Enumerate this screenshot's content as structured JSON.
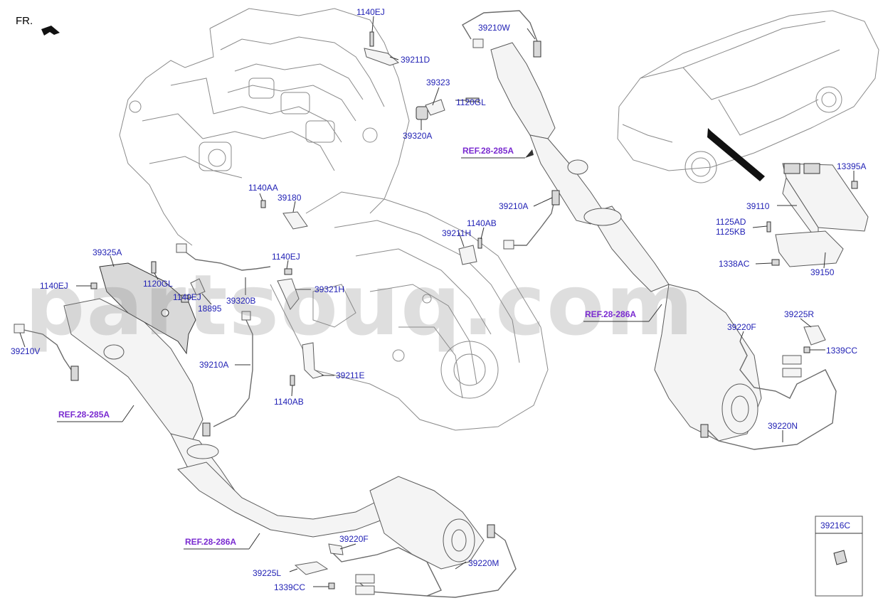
{
  "header": {
    "fr_label": "FR.",
    "watermark": "partsouq.com"
  },
  "labels": {
    "l_1140EJ_top": "1140EJ",
    "l_39210W": "39210W",
    "l_39211D": "39211D",
    "l_39323": "39323",
    "l_1120GL_top": "1120GL",
    "l_39320A": "39320A",
    "l_13395A": "13395A",
    "l_1140AA": "1140AA",
    "l_39180": "39180",
    "l_39210A_right": "39210A",
    "l_39110": "39110",
    "l_1140AB_top": "1140AB",
    "l_39211H": "39211H",
    "l_1125AD": "1125AD",
    "l_1125KB": "1125KB",
    "l_39325A": "39325A",
    "l_1140EJ_mid": "1140EJ",
    "l_1338AC": "1338AC",
    "l_39150": "39150",
    "l_1140EJ_left": "1140EJ",
    "l_1120GL_left": "1120GL",
    "l_39321H": "39321H",
    "l_1140EJ_lower": "1140EJ",
    "l_39320B": "39320B",
    "l_18895": "18895",
    "l_39225R": "39225R",
    "l_39220F_right": "39220F",
    "l_39210V": "39210V",
    "l_1339CC_right": "1339CC",
    "l_39210A_left": "39210A",
    "l_39211E": "39211E",
    "l_1140AB_bottom": "1140AB",
    "l_39220N": "39220N",
    "l_39216C": "39216C",
    "l_39220F_bottom": "39220F",
    "l_39220M": "39220M",
    "l_39225L": "39225L",
    "l_1339CC_bottom": "1339CC"
  },
  "refs": {
    "ref_285A_top": "REF.28-285A",
    "ref_286A_right": "REF.28-286A",
    "ref_285A_left": "REF.28-285A",
    "ref_286A_bottom": "REF.28-286A"
  },
  "colors": {
    "part_label": "#1f1fb4",
    "ref_label": "#7a2bd0",
    "watermark": "#8a8a8a"
  }
}
